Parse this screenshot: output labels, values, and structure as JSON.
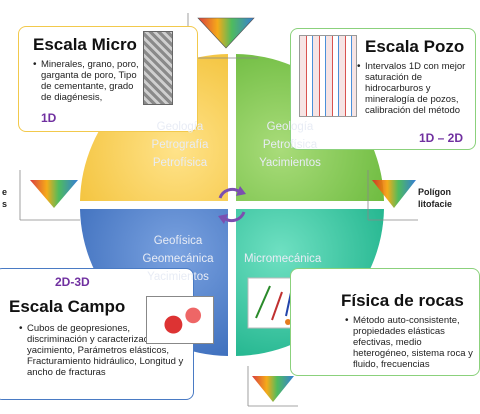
{
  "micro": {
    "title": "Escala Micro",
    "bullet": "Minerales, grano, poro, garganta de poro, Tipo de cementante, grado de diagénesis,",
    "scale": "1D",
    "color": "#7030a0"
  },
  "pozo": {
    "title": "Escala Pozo",
    "bullet": "Intervalos 1D con mejor saturación de hidrocarburos y mineralogía de pozos, calibración del método",
    "scale": "1D – 2D",
    "color": "#7030a0"
  },
  "campo": {
    "title": "Escala Campo",
    "bullet": "Cubos de geopresiones, discriminación y caracterización del yacimiento, Parámetros elásticos, Fracturamiento hidráulico, Longitud y ancho de fracturas",
    "scale": "2D-3D",
    "color": "#7030a0"
  },
  "rocas": {
    "title": "Física de rocas",
    "bullet": "Método auto-consistente, propiedades elásticas efectivas, medio heterogéneo, sistema roca y fluido, frecuencias"
  },
  "quadrants": {
    "top_left": {
      "lines": [
        "Geología",
        "Petrografía",
        "Petrofísica"
      ],
      "color": "#f5c842"
    },
    "top_right": {
      "lines": [
        "Geología",
        "Petrofísica",
        "Yacimientos"
      ],
      "color": "#7bc143"
    },
    "bottom_left": {
      "lines": [
        "Geofísica",
        "Geomecánica",
        "Yacimientos"
      ],
      "color": "#4a7bc4"
    },
    "bottom_right": {
      "lines": [
        "Micromecánica"
      ],
      "color": "#2ec4a0"
    }
  },
  "side_labels": {
    "right": [
      "Polígon",
      "litofacie"
    ],
    "left": [
      "e",
      "s"
    ]
  },
  "colors": {
    "cycle_arrow": "#7b4fb0",
    "green_border": "#8bd17c",
    "yellow_border": "#f2c94c"
  }
}
